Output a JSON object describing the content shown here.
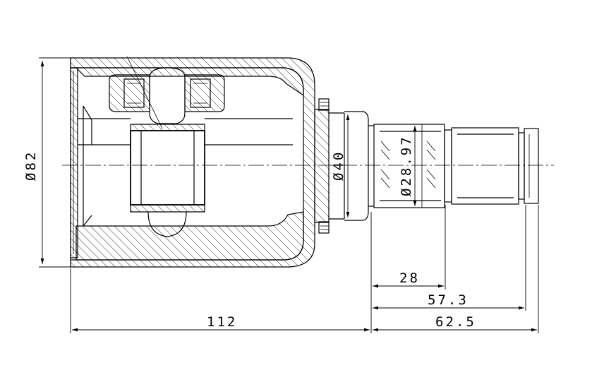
{
  "dimensions": {
    "body_diameter": "Ø82",
    "neck_diameter": "Ø40",
    "spline_diameter": "Ø28.97",
    "spline_length": "28",
    "stub_length_short": "57.3",
    "stub_length_total": "62.5",
    "body_length": "112"
  }
}
